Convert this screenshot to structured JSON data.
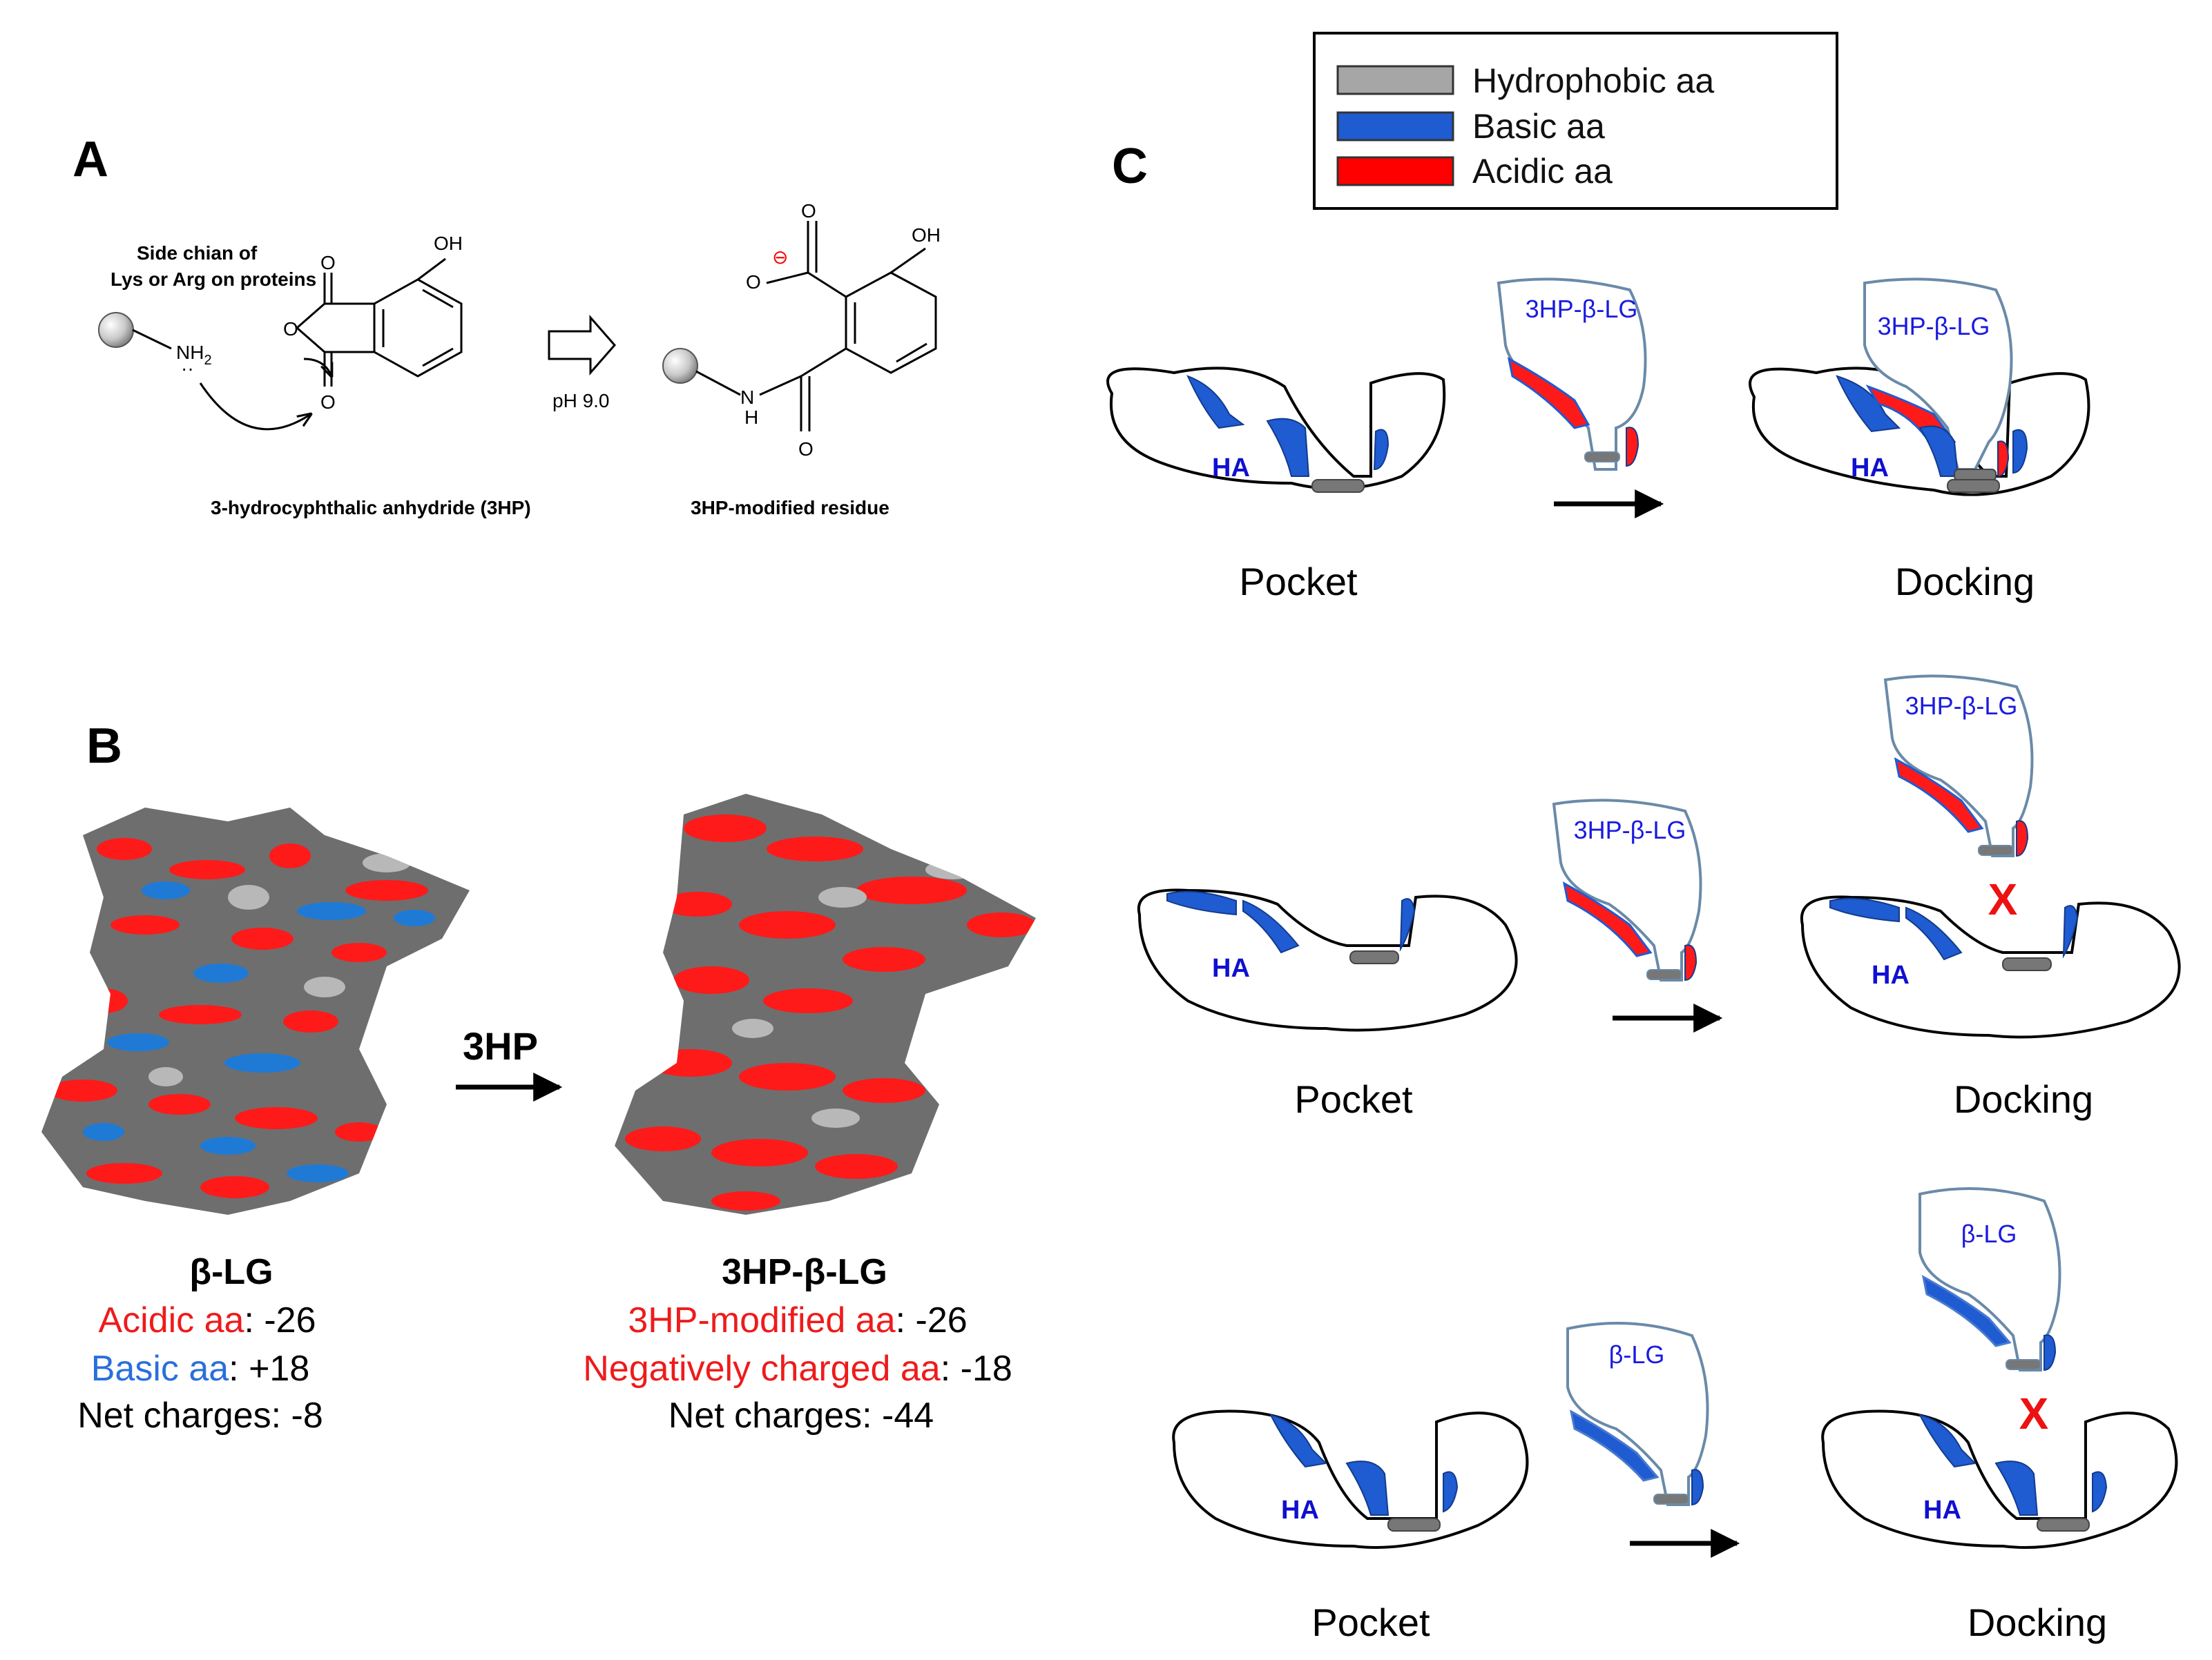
{
  "panels": {
    "a": {
      "letter": "A"
    },
    "b": {
      "letter": "B"
    },
    "c": {
      "letter": "C"
    }
  },
  "panel_a": {
    "side_chain_line1": "Side chian of",
    "side_chain_line2": "Lys or Arg on proteins",
    "nh2": "NH",
    "nh2_sub": "2",
    "oh": "OH",
    "o": "O",
    "o_minus": "⊖",
    "h": "H",
    "n": "N",
    "condition": "pH 9.0",
    "reagent_caption": "3-hydrocyphthalic anhydride (3HP)",
    "product_caption": "3HP-modified residue"
  },
  "panel_b": {
    "arrow_label": "3HP",
    "left": {
      "name": "β-LG",
      "line1_colored": "Acidic aa",
      "line1_value": ": -26",
      "line2_colored": "Basic aa",
      "line2_value": ": +18",
      "line3": "Net charges: -8"
    },
    "right": {
      "name": "3HP-β-LG",
      "line1_colored": "3HP-modified aa",
      "line1_value": ": -26",
      "line2_colored": "Negatively charged aa",
      "line2_value": ": -18",
      "line3": "Net charges: -44"
    }
  },
  "legend": {
    "items": [
      {
        "label": "Hydrophobic aa",
        "color": "#a6a6a6"
      },
      {
        "label": "Basic aa",
        "color": "#1f5bd1"
      },
      {
        "label": "Acidic aa",
        "color": "#ff0000"
      }
    ]
  },
  "panel_c": {
    "rows": [
      {
        "pocket_label": "Pocket",
        "docking_label": "Docking",
        "ha": "HA",
        "protein": "3HP-β-LG",
        "blocked": false
      },
      {
        "pocket_label": "Pocket",
        "docking_label": "Docking",
        "ha": "HA",
        "protein": "3HP-β-LG",
        "blocked": true,
        "block_mark": "X"
      },
      {
        "pocket_label": "Pocket",
        "docking_label": "Docking",
        "ha": "HA",
        "protein": "β-LG",
        "blocked": true,
        "block_mark": "X"
      }
    ]
  },
  "colors": {
    "acidic": "#ff0000",
    "basic": "#1f5bd1",
    "basic_text": "#2a6fdb",
    "hydrophobic": "#a6a6a6",
    "protein_surface_grey": "#6e6e6e"
  }
}
